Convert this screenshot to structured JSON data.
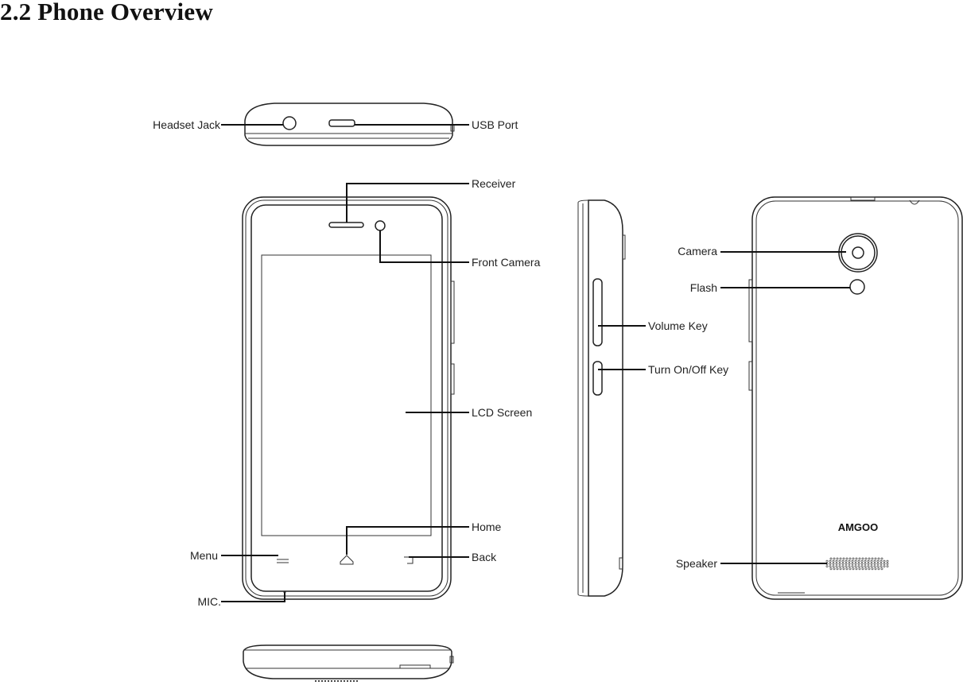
{
  "page": {
    "title": "2.2 Phone Overview"
  },
  "labels": {
    "headset_jack": "Headset Jack",
    "usb_port": "USB Port",
    "receiver": "Receiver",
    "front_camera": "Front Camera",
    "lcd_screen": "LCD Screen",
    "home": "Home",
    "menu": "Menu",
    "back": "Back",
    "mic": "MIC.",
    "volume_key": "Volume Key",
    "power_key": "Turn On/Off Key",
    "camera": "Camera",
    "flash": "Flash",
    "speaker": "Speaker"
  },
  "brand": {
    "logo_text": "AMGOO"
  },
  "colors": {
    "ink": "#222222",
    "background": "#ffffff"
  }
}
